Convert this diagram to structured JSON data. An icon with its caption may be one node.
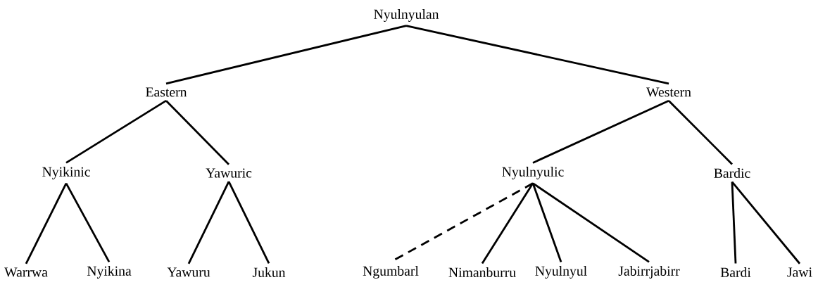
{
  "diagram": {
    "nodes": [
      {
        "text": [
          "Nyulnyulan"
        ]
      },
      {
        "text": [
          "Eastern"
        ]
      },
      {
        "text": [
          "Western"
        ]
      },
      {
        "text": [
          "Nyikinic"
        ]
      },
      {
        "text": [
          "Yawuric"
        ]
      },
      {
        "text": [
          "Nyulnyulic"
        ]
      },
      {
        "text": [
          "Bardic"
        ]
      },
      {
        "text": [
          "Warrwa"
        ]
      },
      {
        "text": [
          "Nyikina"
        ]
      },
      {
        "text": [
          "Yawuru"
        ]
      },
      {
        "text": [
          "Jukun"
        ]
      },
      {
        "text": [
          "Ngumbarl"
        ]
      },
      {
        "text": [
          "Nimanburru"
        ]
      },
      {
        "text": [
          "Nyulnyul"
        ]
      },
      {
        "text": [
          "Jabirrjabirr"
        ]
      },
      {
        "text": [
          "Bardi"
        ]
      },
      {
        "text": [
          "Jawi"
        ]
      }
    ],
    "edges": [
      {
        "from": 0,
        "to": 1,
        "arrow": "none"
      },
      {
        "from": 0,
        "to": 2,
        "arrow": "none"
      },
      {
        "from": 1,
        "to": 3,
        "arrow": "none"
      },
      {
        "from": 1,
        "to": 4,
        "arrow": "none"
      },
      {
        "from": 2,
        "to": 5,
        "arrow": "none"
      },
      {
        "from": 2,
        "to": 6,
        "arrow": "none"
      },
      {
        "from": 3,
        "to": 7,
        "arrow": "none"
      },
      {
        "from": 3,
        "to": 8,
        "arrow": "none"
      },
      {
        "from": 4,
        "to": 9,
        "arrow": "none"
      },
      {
        "from": 4,
        "to": 10,
        "arrow": "none"
      },
      {
        "from": 5,
        "to": 11,
        "arrow": "none",
        "style": "dashed"
      },
      {
        "from": 5,
        "to": 12,
        "arrow": "none"
      },
      {
        "from": 5,
        "to": 13,
        "arrow": "none"
      },
      {
        "from": 5,
        "to": 14,
        "arrow": "none"
      },
      {
        "from": 6,
        "to": 15,
        "arrow": "none"
      },
      {
        "from": 6,
        "to": 16,
        "arrow": "none"
      }
    ]
  }
}
